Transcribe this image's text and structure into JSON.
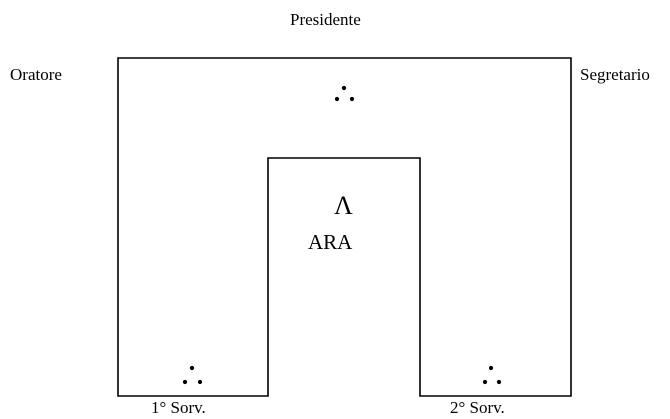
{
  "diagram": {
    "labels": {
      "presidente": "Presidente",
      "oratore": "Oratore",
      "segretario": "Segretario",
      "sorv1": "1° Sorv.",
      "sorv2": "2° Sorv."
    },
    "altar": {
      "symbol": "Λ",
      "label": "ARA"
    },
    "markers": [
      "three-dots-top",
      "three-dots-bottom-left",
      "three-dots-bottom-right"
    ],
    "colors": {
      "line": "#000000",
      "background": "#ffffff"
    }
  }
}
